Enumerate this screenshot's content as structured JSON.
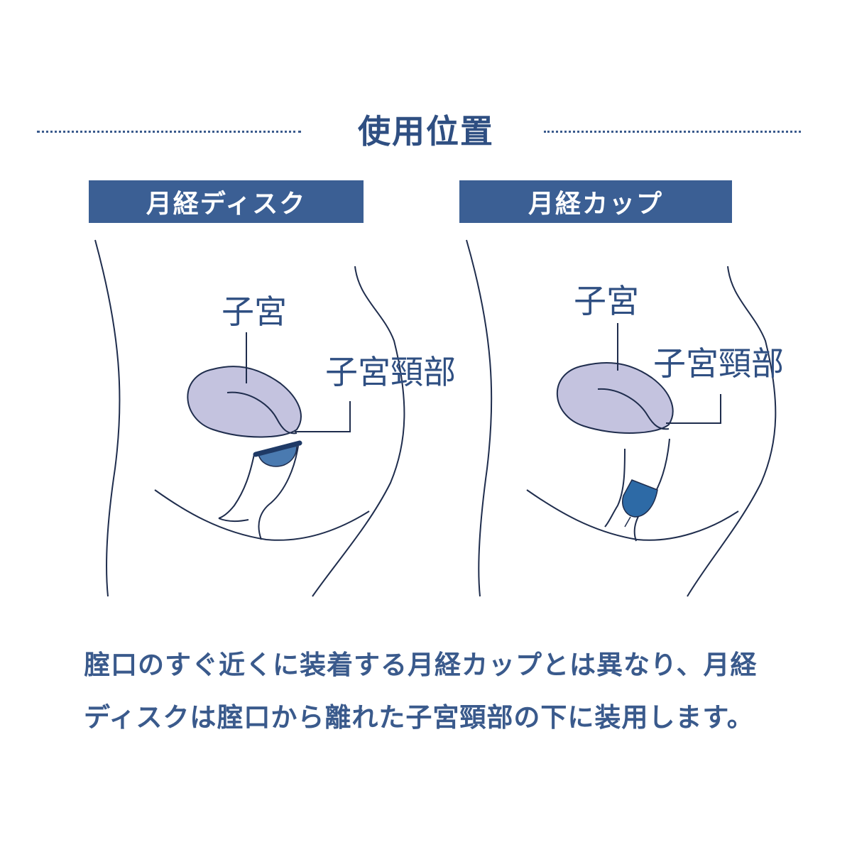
{
  "title": "使用位置",
  "panels": [
    {
      "label": "月経ディスク",
      "uterus_label": "子宮",
      "cervix_label": "子宮頸部"
    },
    {
      "label": "月経カップ",
      "uterus_label": "子宮",
      "cervix_label": "子宮頸部"
    }
  ],
  "caption": {
    "line1": "腟口のすぐ近くに装着する月経カップとは異なり、月経",
    "line2": "ディスクは腟口から離れた子宮頸部の下に装用します。"
  },
  "colors": {
    "primary": "#3b5f94",
    "uterus_fill": "#c4c3df",
    "device": "#4a7ab0",
    "line": "#1f2d4d"
  }
}
